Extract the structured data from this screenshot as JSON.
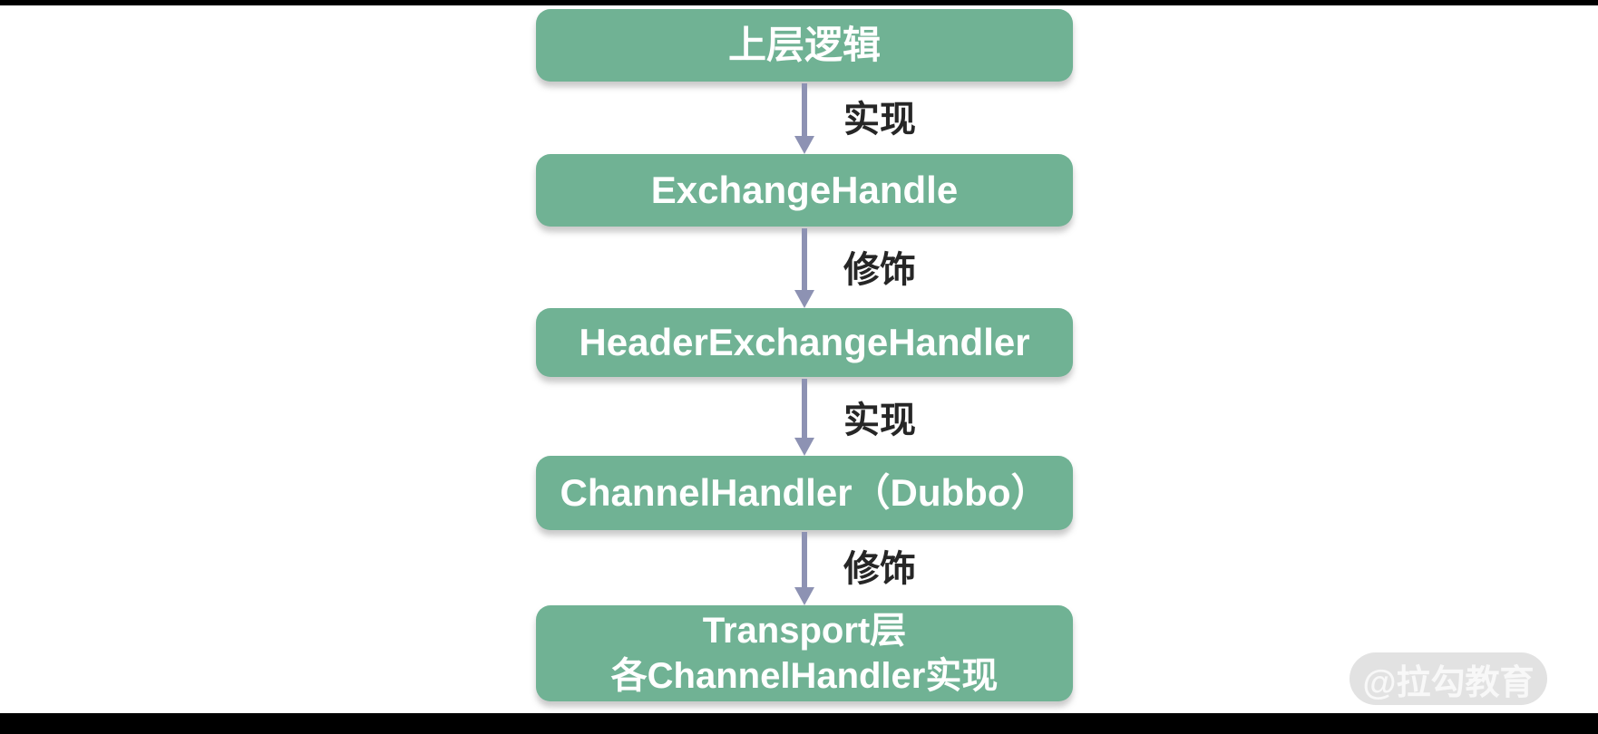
{
  "palette": {
    "bar_color": "#000000",
    "box_green": "#70b294",
    "box_text": "#ffffff",
    "arrow": "#8d92b3",
    "label_text": "#262626",
    "watermark_bg": "#e2e2e2",
    "watermark_text": "#f8f8f8"
  },
  "flow": {
    "nodes": [
      {
        "id": "upper-logic",
        "label": "上层逻辑"
      },
      {
        "id": "exchange-handle",
        "label": "ExchangeHandle"
      },
      {
        "id": "header-exchange-handler",
        "label": "HeaderExchangeHandler"
      },
      {
        "id": "channel-handler-dubbo",
        "label": "ChannelHandler（Dubbo）"
      },
      {
        "id": "transport-layer",
        "label": "Transport层\n各ChannelHandler实现"
      }
    ],
    "edges": [
      {
        "from": "upper-logic",
        "to": "exchange-handle",
        "label": "实现"
      },
      {
        "from": "exchange-handle",
        "to": "header-exchange-handler",
        "label": "修饰"
      },
      {
        "from": "header-exchange-handler",
        "to": "channel-handler-dubbo",
        "label": "实现"
      },
      {
        "from": "channel-handler-dubbo",
        "to": "transport-layer",
        "label": "修饰"
      }
    ]
  },
  "watermark": {
    "text": "@拉勾教育"
  }
}
